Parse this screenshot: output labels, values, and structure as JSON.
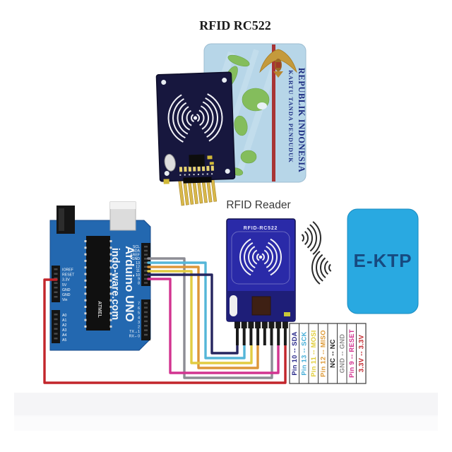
{
  "title": "RFID RC522",
  "reader": {
    "label": "RFID Reader",
    "module_label": "RFID-RC522"
  },
  "ektp": {
    "label": "E-KTP"
  },
  "ktp_card": {
    "line1": "KARTU TANDA PENDUDUK",
    "line2": "REPUBLIK INDONESIA"
  },
  "arduino": {
    "brand_line1": "Arduino UNO",
    "brand_line2": "indo-ware.com",
    "chip_label": "ATMEL",
    "power_pins": [
      "IOREF",
      "RESET",
      "3.3V",
      "5V",
      "GND",
      "GND",
      "Vin"
    ],
    "analog_pins": [
      "A0",
      "A1",
      "A2",
      "A3",
      "A4",
      "A5"
    ],
    "digital_pins_top": [
      "SCL",
      "SDA",
      "AREF",
      "GND",
      "13",
      "12",
      "11",
      "10",
      "9",
      "8"
    ],
    "digital_pins_bottom": [
      "7",
      "6",
      "5",
      "4",
      "3",
      "2",
      "TX→1",
      "RX←0"
    ]
  },
  "wires": [
    {
      "name": "gnd-gnd",
      "color": "#8d8d95"
    },
    {
      "name": "pin13-sck",
      "color": "#55b6d8"
    },
    {
      "name": "pin12-miso",
      "color": "#dd9638"
    },
    {
      "name": "pin11-mosi",
      "color": "#e2cc42"
    },
    {
      "name": "pin10-sda",
      "color": "#25255f"
    },
    {
      "name": "pin9-reset",
      "color": "#d23490"
    },
    {
      "name": "3v3-3v3",
      "color": "#c2252b"
    }
  ],
  "wiring_table": {
    "entries": [
      {
        "label": "Pin 10 -- SDA",
        "color": "#2a2a8a"
      },
      {
        "label": "Pin 13 -- SCK",
        "color": "#45aed8"
      },
      {
        "label": "Pin 11 -- MOSI",
        "color": "#e2ce3a"
      },
      {
        "label": "Pin 12 -- MISO",
        "color": "#de9a38"
      },
      {
        "label": "NC -- NC",
        "color": "#1c1c1c"
      },
      {
        "label": "GND -- GND",
        "color": "#8d8d8d"
      },
      {
        "label": "Pin 9 -- RESET",
        "color": "#d23490"
      },
      {
        "label": "3.3V -- 3.3V",
        "color": "#c2252b"
      }
    ]
  }
}
